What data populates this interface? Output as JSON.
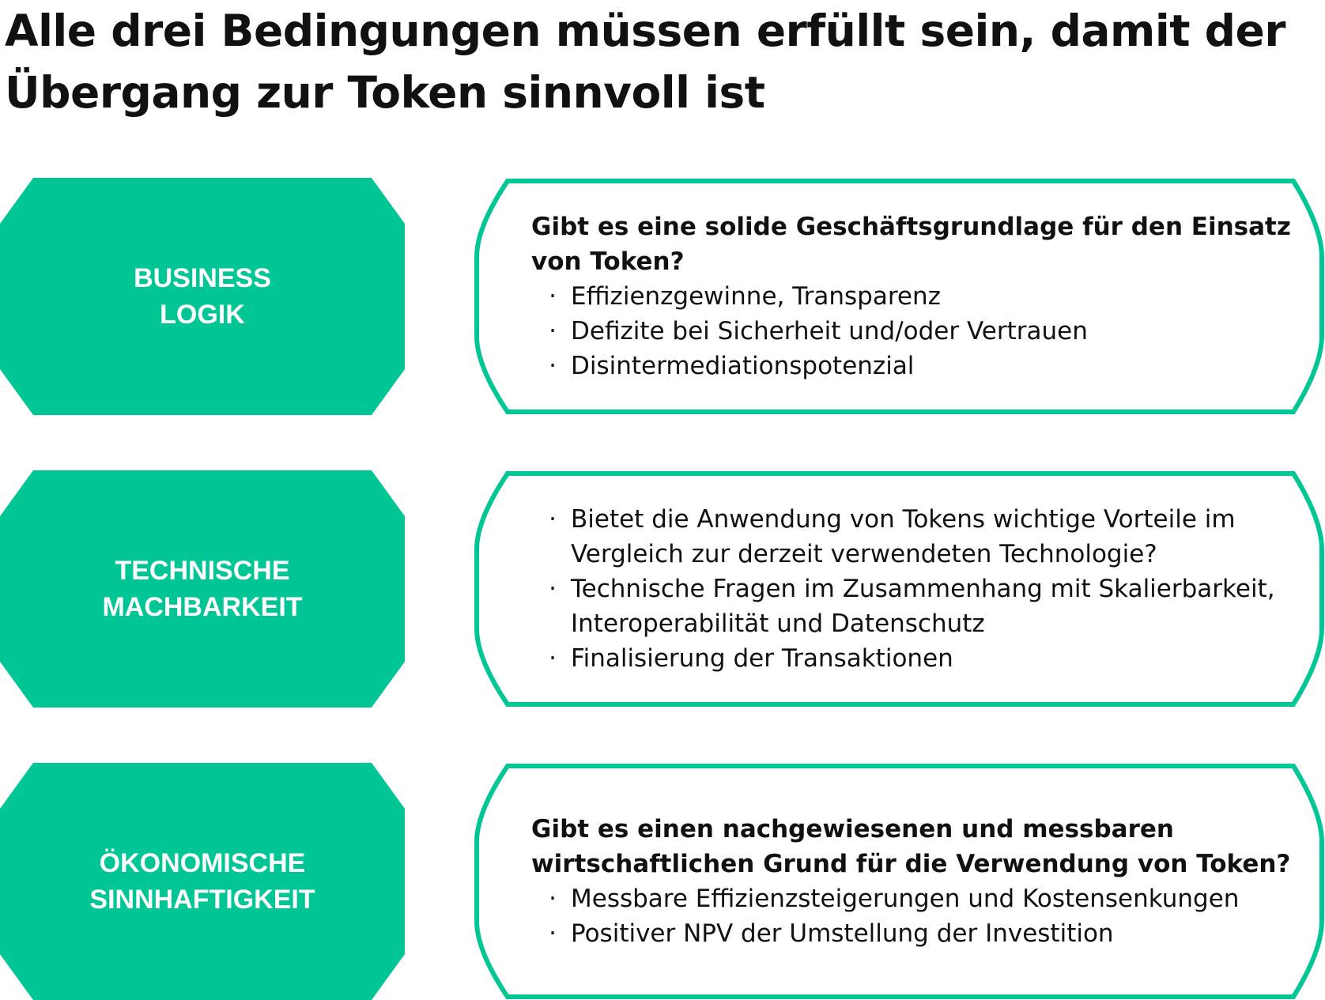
{
  "title": "Alle drei Bedingungen müssen erfüllt sein, damit der Übergang zur Token sinnvoll ist",
  "colors": {
    "accent": "#00C696",
    "text": "#111111",
    "label_text": "#FFFFFF",
    "background": "#FFFFFF"
  },
  "rows": [
    {
      "label_lines": [
        "BUSINESS",
        "LOGIK"
      ],
      "question": "Gibt es eine solide Geschäftsgrundlage für den Einsatz von Token?",
      "bullets": [
        "Effizienzgewinne, Transparenz",
        "Defizite bei Sicherheit und/oder Vertrauen",
        "Disintermediationspotenzial"
      ]
    },
    {
      "label_lines": [
        "TECHNISCHE",
        "MACHBARKEIT"
      ],
      "question": "",
      "bullets": [
        "Bietet die Anwendung von Tokens wichtige Vorteile im Vergleich zur derzeit verwendeten Technologie?",
        "Technische Fragen im Zusammenhang mit Skalierbarkeit, Interoperabilität und Datenschutz",
        "Finalisierung der Transaktionen"
      ]
    },
    {
      "label_lines": [
        "ÖKONOMISCHE",
        "SINNHAFTIGKEIT"
      ],
      "question": "Gibt es einen nachgewiesenen und messbaren wirtschaftlichen Grund für die Verwendung von Token?",
      "bullets": [
        "Messbare Effizienzsteigerungen und Kostensenkungen",
        "Positiver NPV der Umstellung der Investition"
      ]
    }
  ],
  "bullet_symbol": "·"
}
